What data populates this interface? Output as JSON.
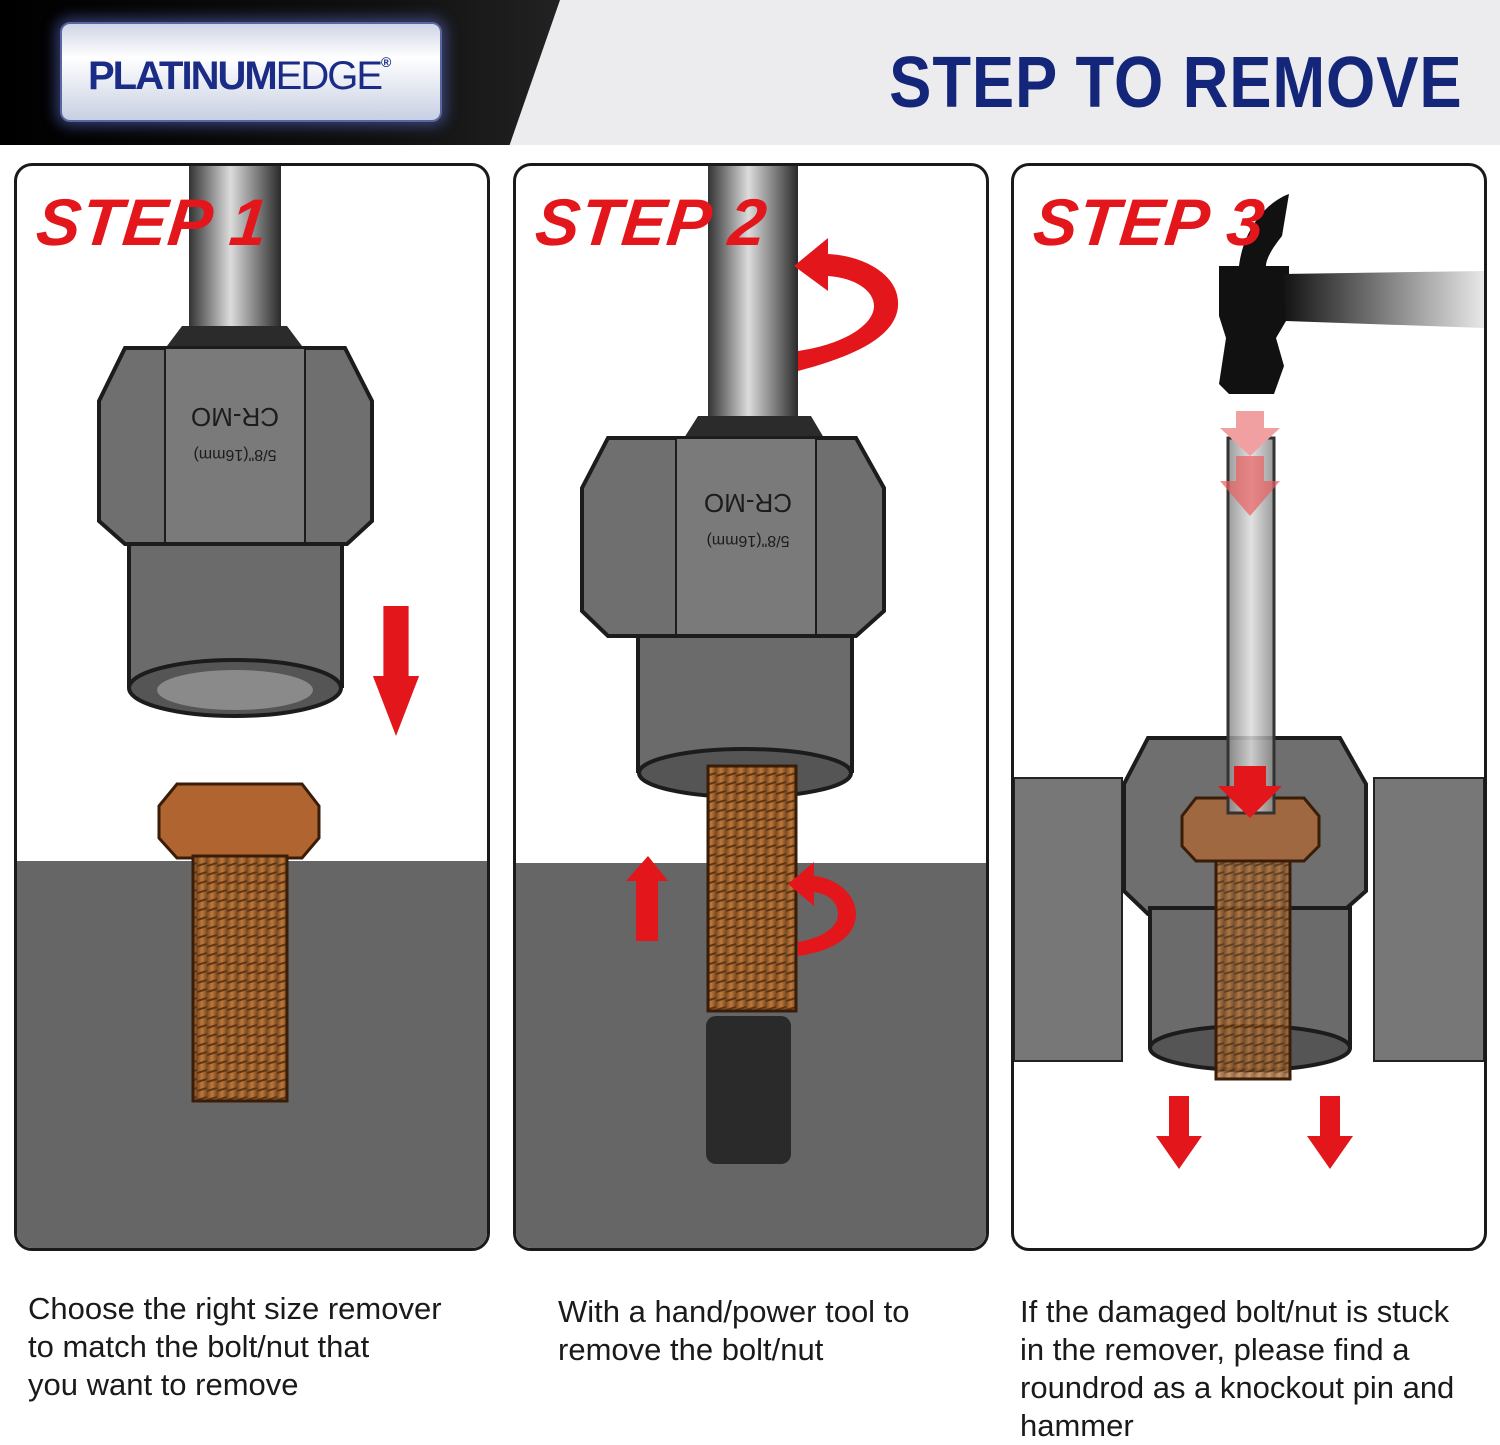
{
  "brand": {
    "name_bold": "PLATINUM",
    "name_light": "EDGE",
    "reg_mark": "®"
  },
  "title": "STEP TO REMOVE",
  "socket_marks": {
    "line1": "CR-MO",
    "line2": "5/8\"(16mm)"
  },
  "steps": [
    {
      "label": "STEP 1",
      "caption": [
        "Choose the right size remover",
        "to match the bolt/nut that",
        "you want to remove"
      ]
    },
    {
      "label": "STEP 2",
      "caption": [
        "With a hand/power tool to",
        "remove the bolt/nut"
      ]
    },
    {
      "label": "STEP 3",
      "caption": [
        "If the damaged bolt/nut is stuck",
        "in the remover, please find a",
        "roundrod as a knockout pin and",
        "hammer"
      ]
    }
  ],
  "colors": {
    "accent_red": "#e2161b",
    "title_blue": "#14267a",
    "rust": "#b0662e",
    "metal": "#6e6e6e"
  }
}
